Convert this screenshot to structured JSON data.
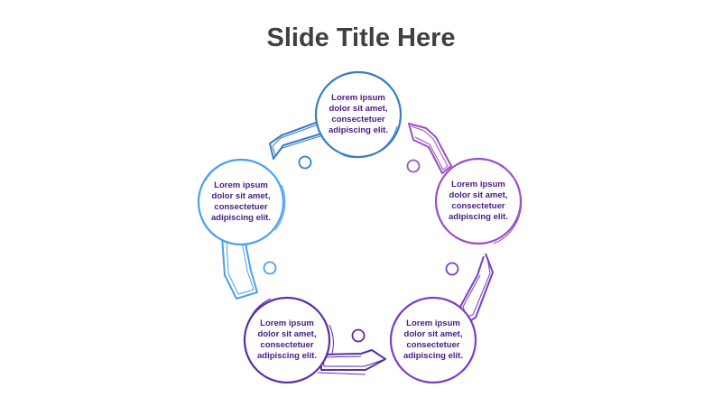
{
  "title": "Slide Title Here",
  "colors": {
    "step1": "#3a7bc8",
    "step2": "#9b4fc7",
    "step3": "#7a3fc4",
    "step4": "#5b2ea8",
    "step5": "#4aa0ee",
    "text": "#4a1a82",
    "title": "#404040"
  },
  "steps": [
    {
      "text": "Lorem ipsum dolor sit amet, consectetuer adipiscing elit."
    },
    {
      "text": "Lorem ipsum dolor sit amet, consectetuer adipiscing elit."
    },
    {
      "text": "Lorem ipsum dolor sit amet, consectetuer adipiscing elit."
    },
    {
      "text": "Lorem ipsum dolor sit amet, consectetuer adipiscing elit."
    },
    {
      "text": "Lorem ipsum dolor sit amet, consectetuer adipiscing elit."
    }
  ]
}
